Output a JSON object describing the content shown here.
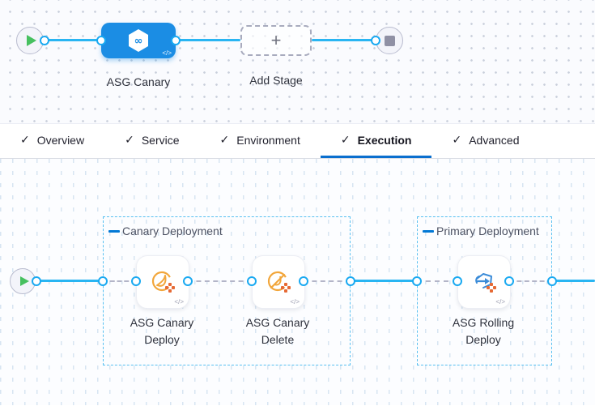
{
  "pipeline_graph": {
    "stage": {
      "label": "ASG Canary",
      "icon": "harness-cd-hexagon-icon",
      "code_glyph": "</>"
    },
    "add_stage": {
      "label": "Add Stage",
      "plus_glyph": "+"
    }
  },
  "tabs": {
    "check_glyph": "✓",
    "active": "Execution",
    "items": [
      {
        "label": "Overview"
      },
      {
        "label": "Service"
      },
      {
        "label": "Environment"
      },
      {
        "label": "Execution"
      },
      {
        "label": "Advanced"
      }
    ]
  },
  "execution_graph": {
    "code_glyph": "</>",
    "groups": [
      {
        "label": "Canary Deployment",
        "steps": [
          {
            "label": "ASG Canary Deploy",
            "icon": "asg-deploy-icon"
          },
          {
            "label": "ASG Canary Delete",
            "icon": "asg-delete-icon"
          }
        ]
      },
      {
        "label": "Primary Deployment",
        "steps": [
          {
            "label": "ASG Rolling Deploy",
            "icon": "asg-rolling-deploy-icon"
          }
        ]
      }
    ]
  },
  "colors": {
    "link_blue": "#29b5f2",
    "stage_blue": "#1b8de4",
    "tab_underline": "#0a6fce",
    "group_border": "#58c0f1",
    "group_dash": "#0278d5",
    "play_green": "#46c05f",
    "stop_gray": "#8f90a4",
    "asg_orange": "#f2a63b",
    "cluster_plus_orange": "#e66a35",
    "rolling_blue": "#3a8bd8"
  }
}
